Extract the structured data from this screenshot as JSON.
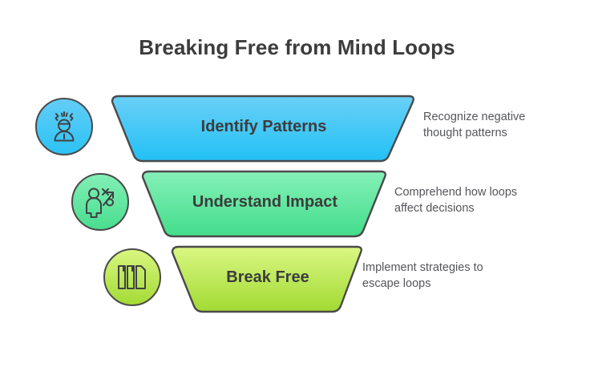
{
  "header": {
    "title": "Breaking Free from Mind Loops"
  },
  "colors": {
    "title_text": "#3c3c3c",
    "description_text": "#55565a",
    "outline": "#4a4a4a",
    "background": "#ffffff",
    "stage1_top": "#62cdf7",
    "stage1_bottom": "#25c2f5",
    "stage2_top": "#80efb4",
    "stage2_bottom": "#46dd8d",
    "stage3_top": "#d6f57c",
    "stage3_bottom": "#a6dc38"
  },
  "funnel": {
    "stages": [
      {
        "label": "Identify Patterns",
        "description": "Recognize negative thought patterns",
        "icon": "stressed-person-icon",
        "color_top": "#62cdf7",
        "color_bottom": "#25c2f5"
      },
      {
        "label": "Understand Impact",
        "description": "Comprehend how loops affect decisions",
        "icon": "person-strategy-icon",
        "color_top": "#80efb4",
        "color_bottom": "#46dd8d"
      },
      {
        "label": "Break Free",
        "description": "Implement strategies to escape loops",
        "icon": "broken-bars-icon",
        "color_top": "#d6f57c",
        "color_bottom": "#a6dc38"
      }
    ]
  }
}
